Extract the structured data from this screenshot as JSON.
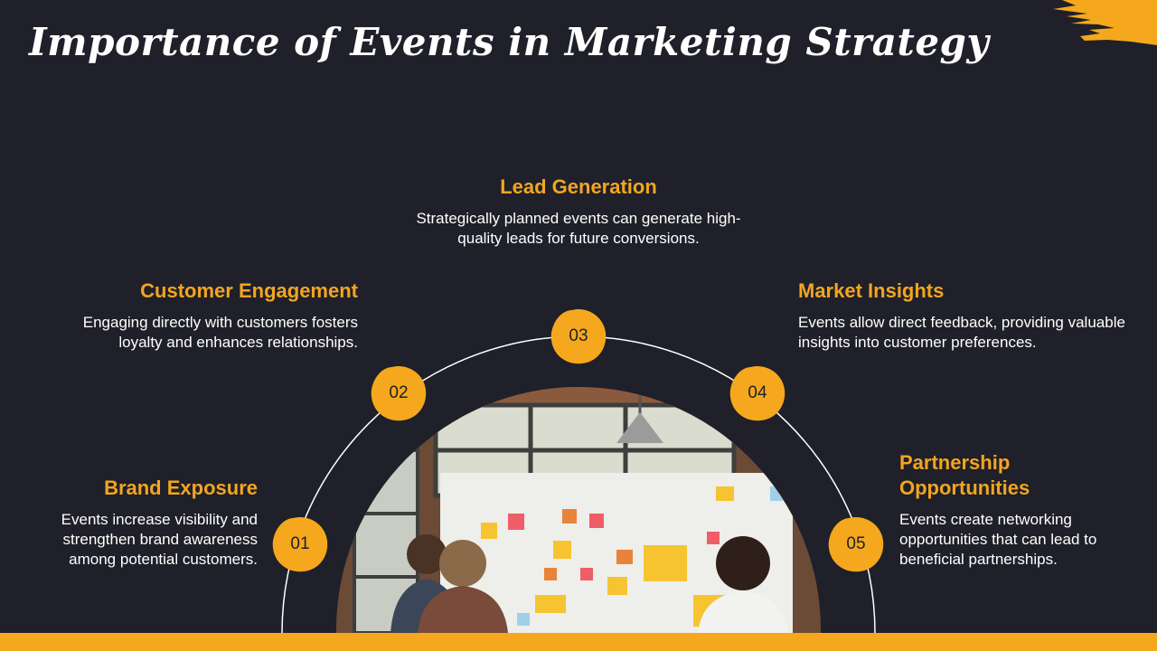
{
  "slide": {
    "title": "Importance of Events in Marketing Strategy",
    "accent_color": "#f5a81d",
    "background_color": "#1f2029"
  },
  "items": [
    {
      "number": "01",
      "heading": "Brand Exposure",
      "text": "Events increase visibility and strengthen brand awareness among potential customers."
    },
    {
      "number": "02",
      "heading": "Customer Engagement",
      "text": "Engaging directly with customers fosters loyalty and enhances relationships."
    },
    {
      "number": "03",
      "heading": "Lead Generation",
      "text": "Strategically planned events can generate high-quality leads for future conversions."
    },
    {
      "number": "04",
      "heading": "Market Insights",
      "text": "Events allow direct feedback, providing valuable insights into customer preferences."
    },
    {
      "number": "05",
      "heading": "Partnership Opportunities",
      "text": "Events create networking opportunities that can lead to beneficial partnerships."
    }
  ],
  "photo": {
    "subject": "team-collaborating-at-sticky-note-board"
  }
}
